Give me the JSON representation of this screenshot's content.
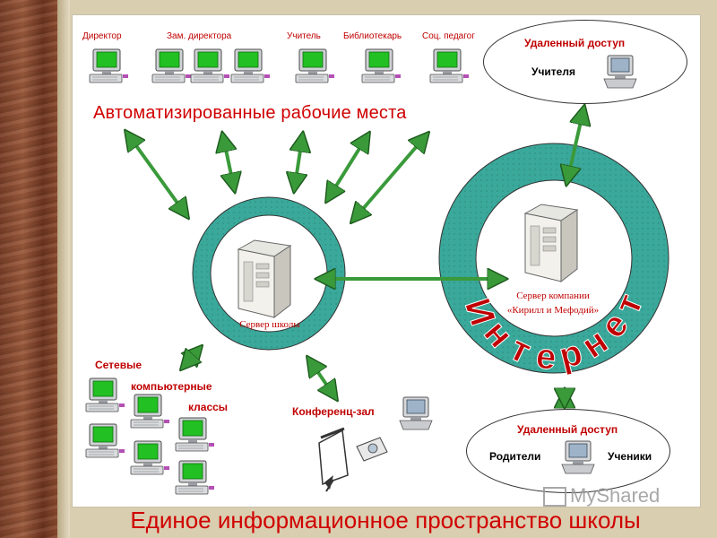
{
  "workstations": {
    "director": "Директор",
    "deputy": "Зам. директора",
    "teacher": "Учитель",
    "librarian": "Библиотекарь",
    "social_teacher": "Соц. педагог"
  },
  "arm_title": "Автоматизированные рабочие места",
  "school_server": "Сервер школы",
  "company_server_line1": "Сервер компании",
  "company_server_line2": "«Кирилл и Мефодий»",
  "internet_word": "Интернет",
  "internet_letters": [
    "И",
    "н",
    "т",
    "е",
    "р",
    "н",
    "е",
    "т"
  ],
  "remote_teachers": {
    "title": "Удаленный доступ",
    "who": "Учителя"
  },
  "remote_parents": {
    "title": "Удаленный доступ",
    "parents": "Родители",
    "students": "Ученики"
  },
  "network_classes": {
    "line1": "Сетевые",
    "line2": "компьютерные",
    "line3": "классы"
  },
  "conference_hall": "Конференц-зал",
  "main_title": "Единое информационное пространство школы",
  "watermark": "MyShared",
  "colors": {
    "label_red": "#c00000",
    "ring_teal": "#3aa89a",
    "arrow_green": "#3a9a3a",
    "monitor_green": "#22c022"
  }
}
